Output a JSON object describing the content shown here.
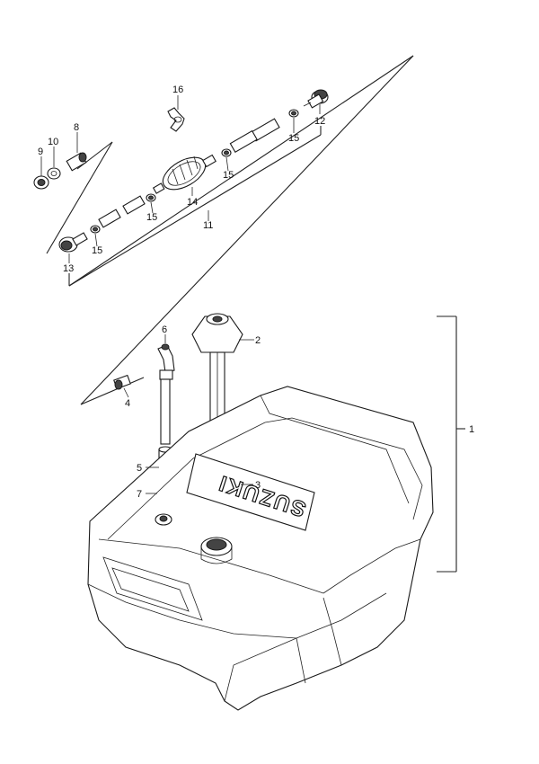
{
  "callouts": {
    "c1": "1",
    "c2": "2",
    "c3": "3",
    "c4": "4",
    "c5": "5",
    "c6": "6",
    "c7": "7",
    "c8": "8",
    "c9": "9",
    "c10": "10",
    "c11": "11",
    "c12": "12",
    "c13a": "13",
    "c13b": "13",
    "c14": "14",
    "c15a": "15",
    "c15b": "15",
    "c15c": "15",
    "c15d": "15",
    "c16": "16"
  },
  "tank_logo": "SUZUKI"
}
